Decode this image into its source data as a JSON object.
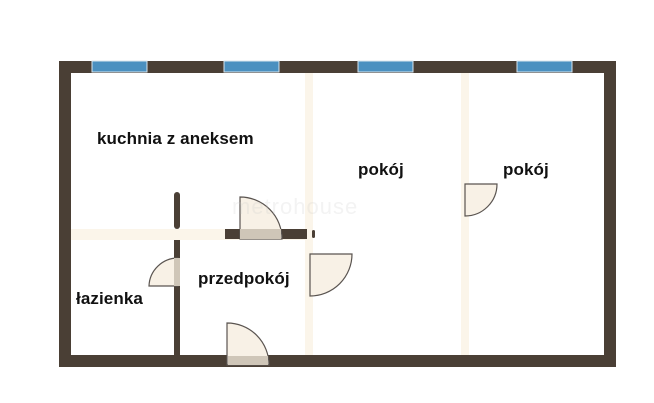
{
  "plan": {
    "colors": {
      "wall": "#4a3f35",
      "window": "#4a90c0",
      "partition": "#fbf5ea",
      "door_fill": "#f8f1e6",
      "door_leaf": "#cfc6b8",
      "door_stroke": "#5a5450",
      "background": "#ffffff"
    },
    "rooms": [
      {
        "id": "kitchen",
        "label": "kuchnia z aneksem"
      },
      {
        "id": "room1",
        "label": "pokój"
      },
      {
        "id": "room2",
        "label": "pokój"
      },
      {
        "id": "hall",
        "label": "przedpokój"
      },
      {
        "id": "bathroom",
        "label": "łazienka"
      }
    ],
    "windows_count": 4,
    "doors_count": 5,
    "watermark": "metrohouse"
  }
}
